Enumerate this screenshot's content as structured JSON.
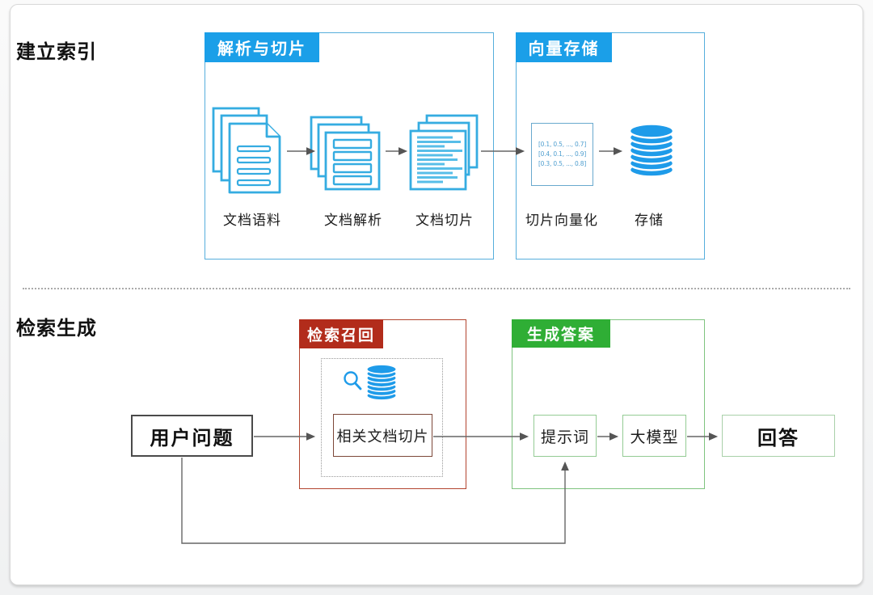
{
  "index_section": {
    "heading": "建立索引",
    "parse_panel": {
      "title": "解析与切片",
      "steps": [
        {
          "label": "文档语料"
        },
        {
          "label": "文档解析"
        },
        {
          "label": "文档切片"
        }
      ]
    },
    "vector_panel": {
      "title": "向量存储",
      "vector_lines": [
        "[0.1, 0.5, ..., 0.7]",
        "[0.4, 0.1, ..., 0.9]",
        "[0.3, 0.5, ..., 0.8]"
      ],
      "vectorize_label": "切片向量化",
      "store_label": "存储"
    }
  },
  "generate_section": {
    "heading": "检索生成",
    "user_question_label": "用户问题",
    "recall_panel": {
      "title": "检索召回",
      "chunk_label": "相关文档切片"
    },
    "answer_panel": {
      "title": "生成答案",
      "prompt_label": "提示词",
      "llm_label": "大模型"
    },
    "answer_label": "回答"
  },
  "colors": {
    "accent_blue": "#1b9fe8",
    "accent_red": "#b22c1b",
    "accent_green": "#2fae35",
    "icon_stroke_blue": "#35ace1"
  }
}
